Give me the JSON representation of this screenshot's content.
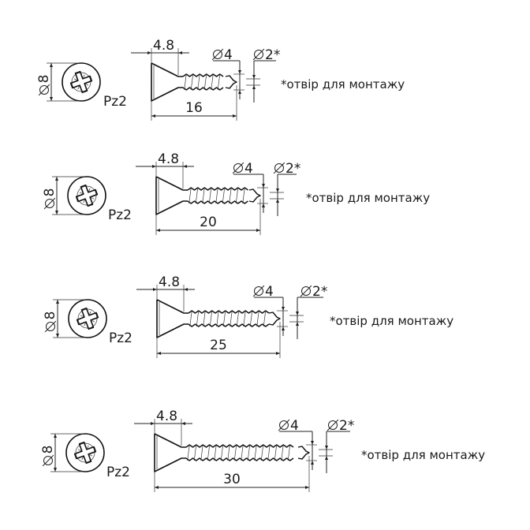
{
  "screws": [
    {
      "head_diameter": "8",
      "drive": "Pz2",
      "head_height": "4.8",
      "thread_diameter": "4",
      "pilot_hole": "2*",
      "length": "16",
      "note": "*отвір для монтажу"
    },
    {
      "head_diameter": "8",
      "drive": "Pz2",
      "head_height": "4.8",
      "thread_diameter": "4",
      "pilot_hole": "2*",
      "length": "20",
      "note": "*отвір для монтажу"
    },
    {
      "head_diameter": "8",
      "drive": "Pz2",
      "head_height": "4.8",
      "thread_diameter": "4",
      "pilot_hole": "2*",
      "length": "25",
      "note": "*отвір для монтажу"
    },
    {
      "head_diameter": "8",
      "drive": "Pz2",
      "head_height": "4.8",
      "thread_diameter": "4",
      "pilot_hole": "2*",
      "length": "30",
      "note": "*отвір для монтажу"
    }
  ]
}
